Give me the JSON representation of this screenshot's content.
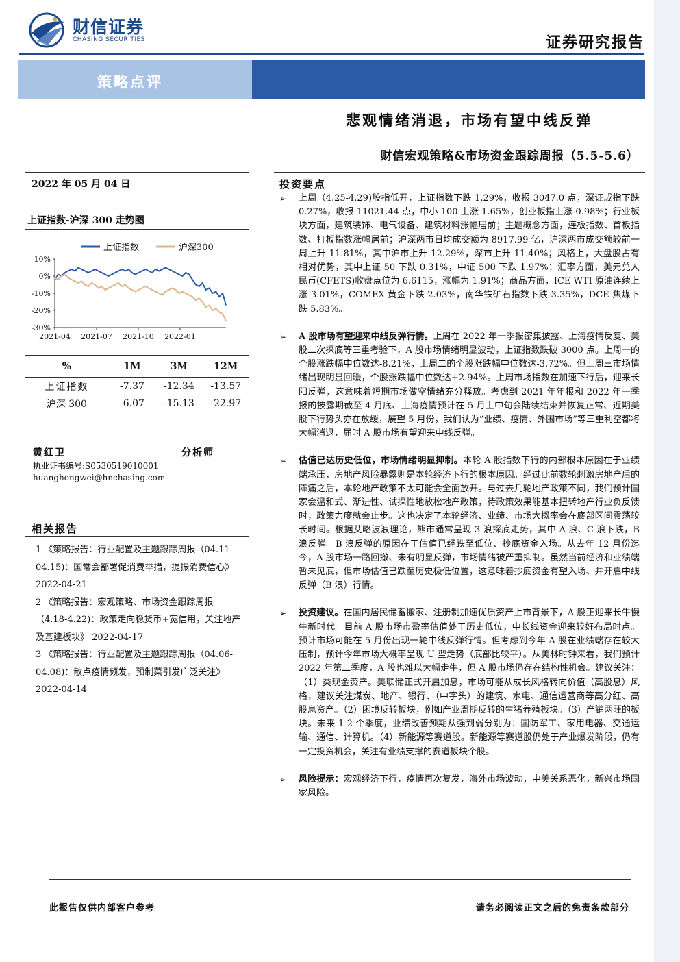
{
  "header": {
    "brand_cn": "财信证券",
    "brand_en": "CHASING SECURITIES",
    "doc_type": "证券研究报告",
    "banner_label": "策略点评",
    "title": "悲观情绪消退，市场有望中线反弹",
    "subtitle": "财信宏观策略&市场资金跟踪周报（5.5-5.6）"
  },
  "date": "2022 年 05 月 04 日",
  "chart_title": "上证指数-沪深 300 走势图",
  "chart_data": {
    "type": "line",
    "x_ticks": [
      "2021-04",
      "2021-07",
      "2021-10",
      "2022-01"
    ],
    "ylim": [
      -30,
      10
    ],
    "y_ticks": [
      "10%",
      "0%",
      "-10%",
      "-20%",
      "-30%"
    ],
    "legend": "top",
    "series": [
      {
        "name": "上证指数",
        "color": "#2c5ba6",
        "values": [
          -2,
          1,
          0,
          2,
          3,
          4,
          3,
          5,
          4,
          3,
          2,
          3,
          4,
          3,
          2,
          1,
          0,
          1,
          2,
          3,
          4,
          3,
          4,
          2,
          1,
          2,
          3,
          4,
          3,
          2,
          4,
          3,
          4,
          5,
          4,
          3,
          2,
          1,
          0,
          2,
          1,
          -2,
          -5,
          -6,
          -4,
          -8,
          -7,
          -10,
          -9,
          -12,
          -10,
          -17
        ]
      },
      {
        "name": "沪深300",
        "color": "#e0b48a",
        "values": [
          -1,
          -2,
          0,
          1,
          -1,
          -2,
          -3,
          -4,
          -3,
          -5,
          -6,
          -4,
          -5,
          -7,
          -6,
          -8,
          -7,
          -6,
          -5,
          -4,
          -6,
          -5,
          -7,
          -8,
          -9,
          -8,
          -7,
          -6,
          -7,
          -8,
          -9,
          -10,
          -11,
          -9,
          -8,
          -7,
          -8,
          -10,
          -9,
          -10,
          -11,
          -12,
          -14,
          -13,
          -15,
          -18,
          -17,
          -20,
          -19,
          -21,
          -22,
          -26
        ]
      }
    ]
  },
  "perf_table": {
    "headers": [
      "%",
      "1M",
      "3M",
      "12M"
    ],
    "rows": [
      {
        "name": "上证指数",
        "m1": "-7.37",
        "m3": "-12.34",
        "m12": "-13.57"
      },
      {
        "name": "沪深 300",
        "m1": "-6.07",
        "m3": "-15.13",
        "m12": "-22.97"
      }
    ]
  },
  "analyst": {
    "name": "黄红卫",
    "role": "分析师",
    "cert": "执业证书编号:S0530519010001",
    "email": "huanghongwei@hnchasing.com"
  },
  "related": {
    "title": "相关报告",
    "items": [
      "1 《策略报告：行业配置及主题跟踪周报（04.11-04.15)：国常会部署促消费举措，提振消费信心》 2022-04-21",
      "2 《策略报告：宏观策略、市场资金跟踪周报（4.18-4.22)：政策走向稳货币+宽信用，关注地产及基建板块》 2022-04-17",
      "3 《策略报告：行业配置及主题跟踪周报（04.06-04.08)：散点疫情频发，预制菜引发广泛关注》 2022-04-14"
    ]
  },
  "key_points": {
    "title": "投资要点",
    "bullets": [
      {
        "lead": "",
        "text": "上周（4.25-4.29)股指低开，上证指数下跌 1.29%，收报 3047.0 点，深证成指下跌 0.27%，收报 11021.44 点，中小 100 上涨 1.65%，创业板指上涨 0.98%；行业板块方面，建筑装饰、电气设备、建筑材料涨幅居前；主题概念方面，连板指数、首板指数、打板指数涨幅居前；沪深两市日均成交额为 8917.99 亿，沪深两市成交额较前一周上升 11.81%，其中沪市上升 12.29%，深市上升 11.40%；风格上，大盘股占有相对优势，其中上证 50 下跌 0.31%，中证 500 下跌 1.97%；汇率方面，美元兑人民币(CFETS)收盘点位为 6.6115，涨幅为 1.91%；商品方面，ICE WTI 原油连续上涨 3.01%，COMEX 黄金下跌 2.03%，南华铁矿石指数下跌 3.35%，DCE 焦煤下跌 5.83%。"
      },
      {
        "lead": "A 股市场有望迎来中线反弹行情。",
        "text": "上周在 2022 年一季报密集披露、上海疫情反复、美股二次探底等三重考验下，A 股市场情绪明显波动，上证指数跌破 3000 点。上周一的个股涨跌幅中位数达-8.21%，上周二的个股涨跌幅中位数达-3.72%。但上周三市场情绪出现明显回暖，个股涨跌幅中位数达+2.94%。上周市场指数在加速下行后，迎来长阳反弹，这意味着短期市场做空情绪充分释放。考虑到 2021 年年报和 2022 年一季报的披露期截至 4 月底、上海疫情预计在 5 月上中旬会陆续结束并恢复正常、近期美股下行势头亦在放缓，展望 5 月份，我们认为“业绩、疫情、外围市场”等三重利空都将大幅消退，届时 A 股市场有望迎来中线反弹。"
      },
      {
        "lead": "估值已达历史低位，市场情绪明显抑制。",
        "text": "本轮 A 股指数下行的内部根本原因在于业绩端承压，房地产风险暴露则是本轮经济下行的根本原因。经过此前数轮刺激房地产后的阵痛之后，本轮地产政策不太可能会全面放开。与过去几轮地产政策不同，我们预计国家会温和式、渐进性、试探性地放松地产政策，待政策效果能基本扭转地产行业负反馈时，政策力度就会止步。这也决定了本轮经济、业绩、市场大概率会在底部区间震荡较长时间。根据艾略波浪理论，熊市通常呈现 3 浪探底走势，其中 A 浪、C 浪下跌，B 浪反弹。B 浪反弹的原因在于估值已经跌至低位、抄底资金入场。从去年 12 月份迄今，A 股市场一路回撤、未有明显反弹，市场情绪被严重抑制。虽然当前经济和业绩端暂未见底，但市场估值已跌至历史极低位置，这意味着抄底资金有望入场、并开启中线反弹（B 浪）行情。"
      },
      {
        "lead": "投资建议。",
        "text": "在国内居民储蓄搬家、注册制加速优质资产上市背景下，A 股正迎来长牛慢牛新时代。目前 A 股市场市盈率估值处于历史低位，中长线资金迎来较好布局时点。预计市场可能在 5 月份出现一轮中线反弹行情。但考虑到今年 A 股在业绩端存在较大压制，预计今年市场大概率呈现 U 型走势（底部比较平）。从美林时钟来看，我们预计 2022 年第二季度，A 股也难以大幅走牛，但 A 股市场仍存在结构性机会。建议关注：（1）类现金资产。美联储正式开启加息，市场可能从成长风格转向价值（高股息）风格，建议关注煤炭、地产、银行、（中字头）的建筑、水电、通信运营商等高分红、高股息资产。（2）困境反转板块，例如产业周期反转的生猪养殖板块。（3）产销两旺的板块。未来 1-2 个季度，业绩改善预期从强到弱分别为：国防军工、家用电器、交通运输、通信、计算机。（4）新能源等赛道股。新能源等赛道股仍处于产业爆发阶段，仍有一定投资机会，关注有业绩支撑的赛道板块个股。"
      },
      {
        "lead": "风险提示：",
        "text": "宏观经济下行，疫情再次复发，海外市场波动，中美关系恶化，新兴市场国家风险。"
      }
    ]
  },
  "footer": {
    "left": "此报告仅供内部客户参考",
    "right": "请务必阅读正文之后的免责条款部分"
  }
}
